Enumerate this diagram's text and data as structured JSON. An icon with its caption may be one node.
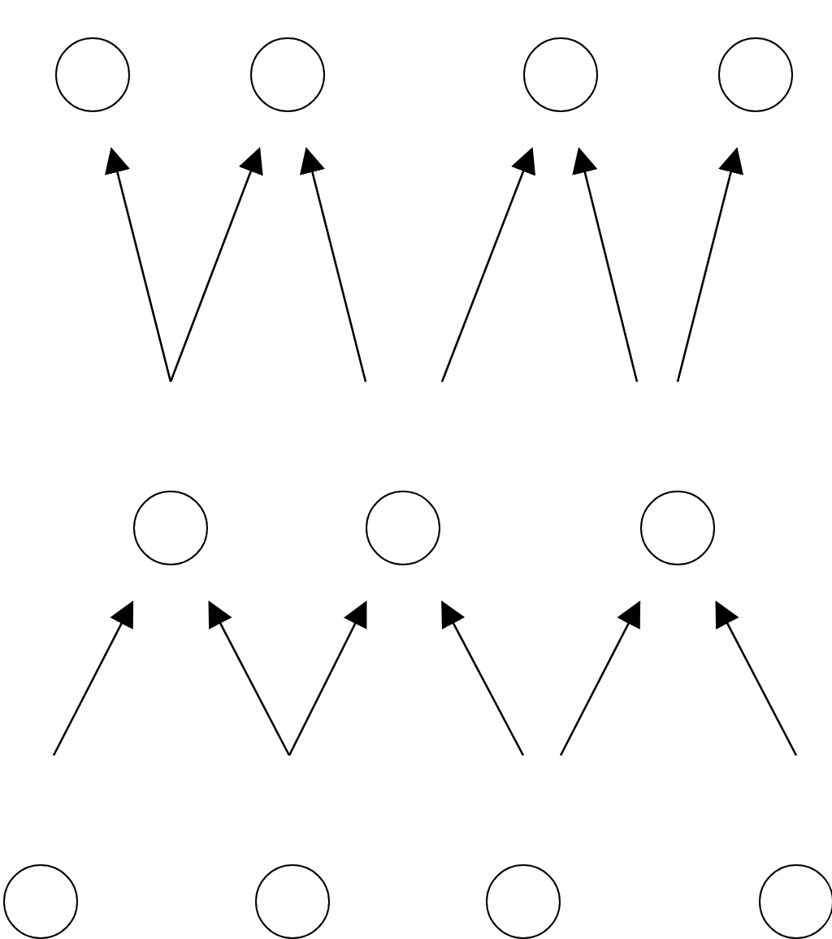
{
  "diagram": {
    "nodes": [
      {
        "text": [],
        "shape": "circle"
      },
      {
        "text": [],
        "shape": "circle"
      },
      {
        "text": [],
        "shape": "circle"
      },
      {
        "text": [],
        "shape": "circle"
      },
      {
        "text": [],
        "shape": "circle"
      },
      {
        "text": [],
        "shape": "circle"
      },
      {
        "text": [],
        "shape": "circle"
      },
      {
        "text": [],
        "shape": "circle"
      },
      {
        "text": [],
        "shape": "circle"
      },
      {
        "text": [],
        "shape": "circle"
      },
      {
        "text": [],
        "shape": "circle"
      }
    ],
    "edges": [
      {
        "from": null,
        "to": 0,
        "arrow": "to"
      },
      {
        "from": null,
        "to": 1,
        "arrow": "to"
      },
      {
        "from": null,
        "to": 1,
        "arrow": "to"
      },
      {
        "from": null,
        "to": 2,
        "arrow": "to"
      },
      {
        "from": null,
        "to": 2,
        "arrow": "to"
      },
      {
        "from": null,
        "to": 3,
        "arrow": "to"
      },
      {
        "from": null,
        "to": 4,
        "arrow": "to"
      },
      {
        "from": null,
        "to": 4,
        "arrow": "to"
      },
      {
        "from": null,
        "to": 5,
        "arrow": "to"
      },
      {
        "from": null,
        "to": 5,
        "arrow": "to"
      },
      {
        "from": null,
        "to": 6,
        "arrow": "to"
      },
      {
        "from": null,
        "to": 6,
        "arrow": "to"
      }
    ]
  }
}
